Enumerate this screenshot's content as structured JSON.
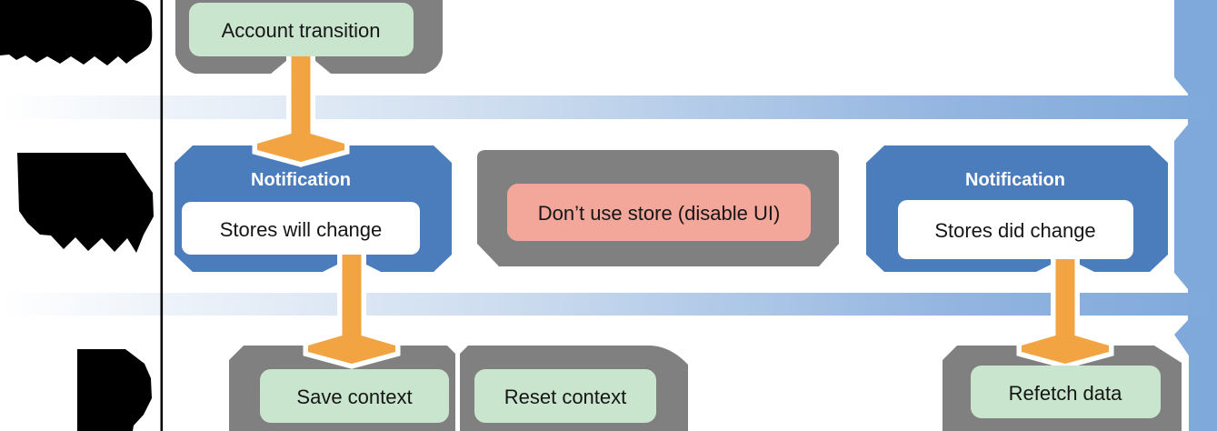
{
  "diagram": {
    "description": "Account transition notification flow diagram with redacted lane labels",
    "lanes": {
      "count": 3,
      "labels_visible": false
    },
    "nodes": {
      "account_transition": {
        "label": "Account transition"
      },
      "notification_left": {
        "header": "Notification",
        "body": "Stores will change"
      },
      "dont_use_store": {
        "label": "Don’t use store (disable UI)"
      },
      "notification_right": {
        "header": "Notification",
        "body": "Stores did change"
      },
      "save_context": {
        "label": "Save context"
      },
      "reset_context": {
        "label": "Reset context"
      },
      "refetch_data": {
        "label": "Refetch data"
      }
    },
    "colors": {
      "notification_blue": "#4B7DBD",
      "timeline_bar_blue": "#7FA9DB",
      "container_gray": "#808080",
      "action_green": "#CAE5CD",
      "warning_pink": "#F3A79B",
      "arrow_orange": "#F2A443"
    }
  }
}
